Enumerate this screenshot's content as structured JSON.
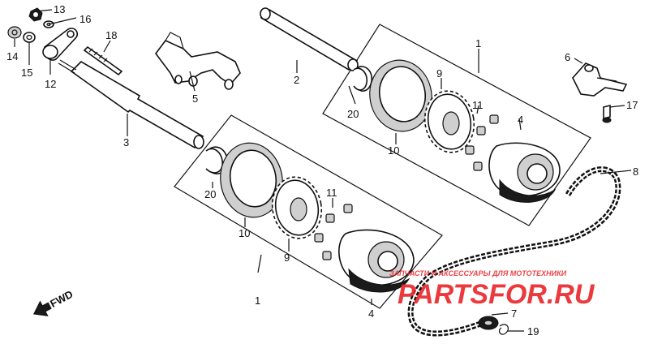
{
  "diagram": {
    "callouts": {
      "c1_top": "1",
      "c1_bottom": "1",
      "c2": "2",
      "c3": "3",
      "c4_top": "4",
      "c4_bottom": "4",
      "c5": "5",
      "c6": "6",
      "c7": "7",
      "c8": "8",
      "c9_top": "9",
      "c9_bottom": "9",
      "c10_top": "10",
      "c10_bottom": "10",
      "c11_top": "11",
      "c11_bottom": "11",
      "c12": "12",
      "c13": "13",
      "c14": "14",
      "c15": "15",
      "c16": "16",
      "c17": "17",
      "c18": "18",
      "c19": "19",
      "c20_top": "20",
      "c20_bottom": "20"
    },
    "fwd_label": "FWD"
  },
  "watermark": {
    "tagline": "ЗАПЧАСТИ И АКСЕССУАРЫ ДЛЯ МОТОТЕХНИКИ",
    "brand": "PARTSFOR.RU",
    "color": "#e8252a"
  }
}
